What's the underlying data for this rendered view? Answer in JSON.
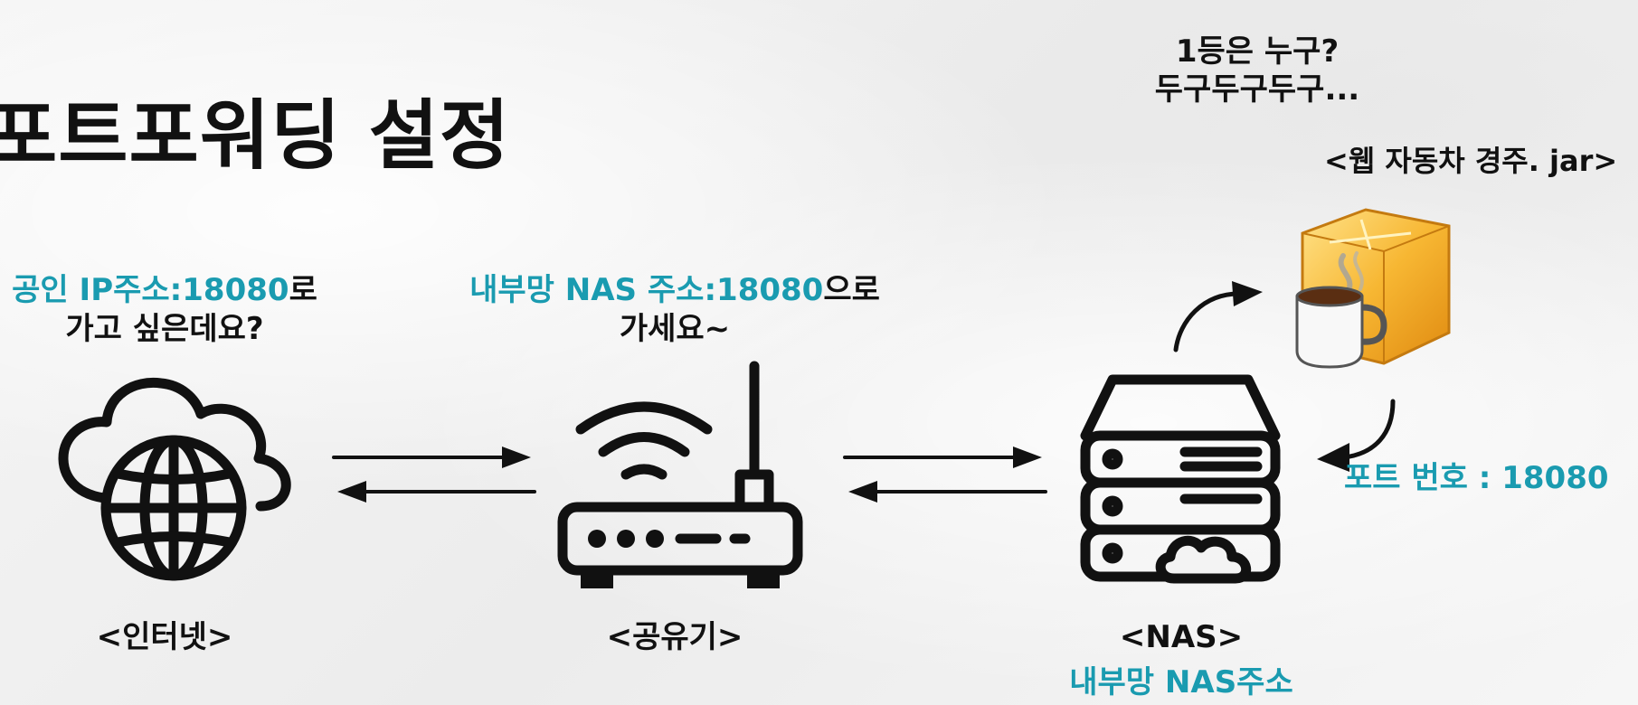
{
  "title": "포트포워딩 설정",
  "top_note": {
    "line1": "1등은 누구?",
    "line2": "두구두구두구..."
  },
  "jar_label": "<웹 자동차 경주. jar>",
  "internet": {
    "question_prefix": "공인 IP주소:18080",
    "question_suffix": "로",
    "question_line2": "가고 싶은데요?",
    "label": "<인터넷>"
  },
  "router": {
    "answer_prefix": "내부망 NAS 주소:18080",
    "answer_suffix": "으로",
    "answer_line2": "가세요~",
    "label": "<공유기>"
  },
  "nas": {
    "label": "<NAS>",
    "sublabel": "내부망 NAS주소",
    "port_text": "포트 번호 : 18080"
  },
  "colors": {
    "accent": "#1a9bb0",
    "text": "#111111"
  }
}
